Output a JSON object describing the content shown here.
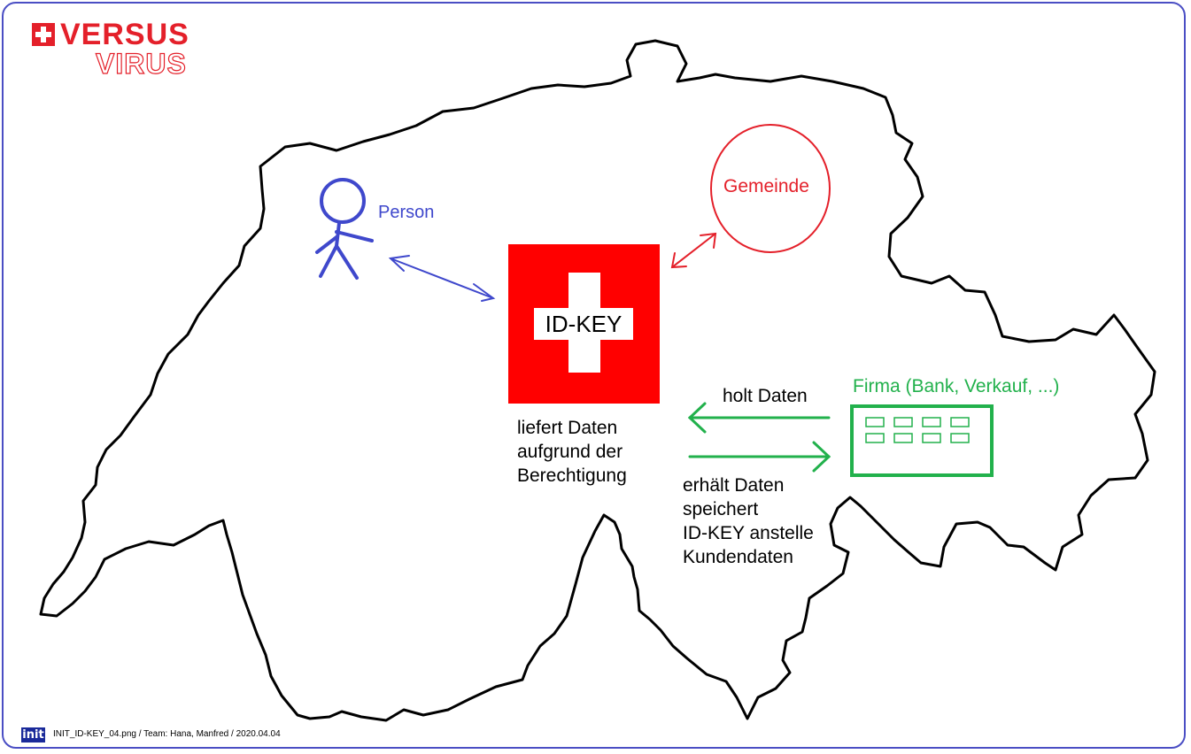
{
  "logo": {
    "line1": "VERSUS",
    "line2": "VIRUS",
    "icon": "swiss-cross-icon"
  },
  "nodes": {
    "person": {
      "label": "Person",
      "color": "#3f48cc",
      "icon": "stick-figure-icon"
    },
    "gemeinde": {
      "label": "Gemeinde",
      "color": "#e4202a"
    },
    "idkey": {
      "label": "ID-KEY",
      "color": "#ff0000"
    },
    "firma": {
      "label": "Firma (Bank, Verkauf, ...)",
      "color": "#22b14c",
      "icon": "building-icon"
    }
  },
  "annotations": {
    "liefert": "liefert Daten\naufgrund der\nBerechtigung",
    "holt": "holt Daten",
    "erhaelt": "erhält Daten\nspeichert\nID-KEY anstelle\nKundendaten"
  },
  "footer": {
    "logo": "init",
    "text": "INIT_ID-KEY_04.png / Team: Hana, Manfred / 2020.04.04"
  }
}
